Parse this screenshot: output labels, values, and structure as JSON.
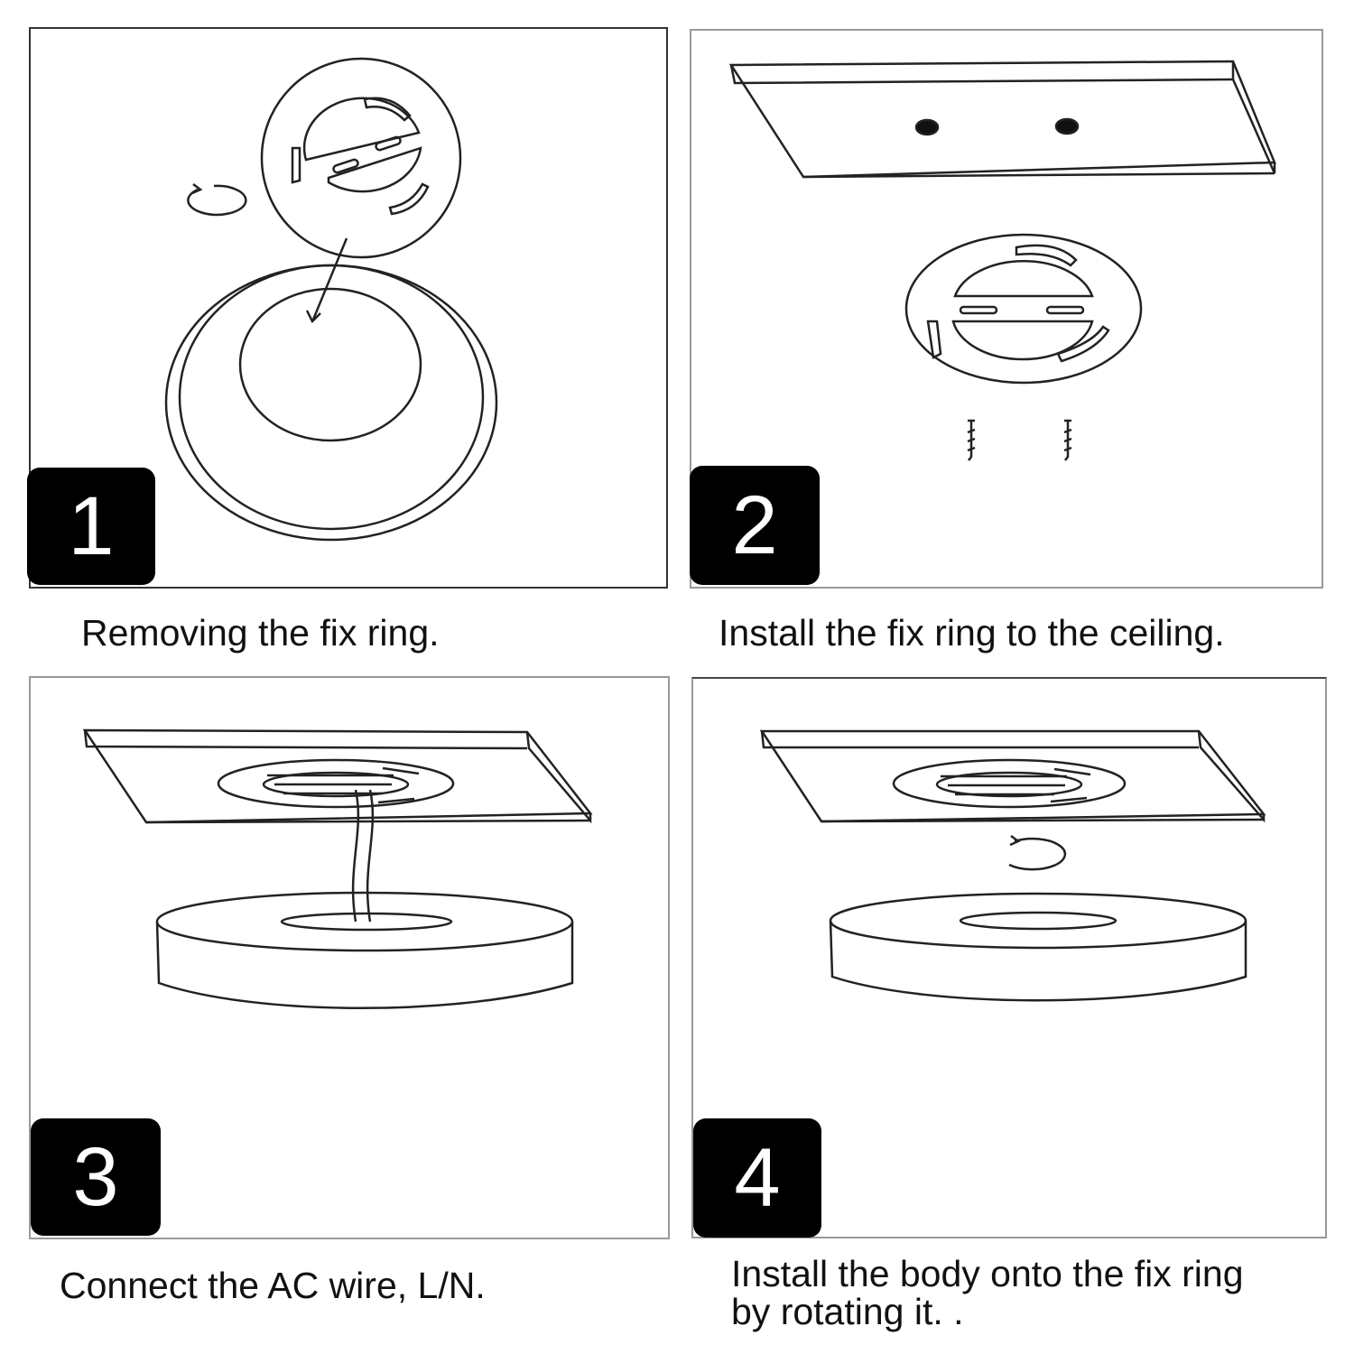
{
  "steps": [
    {
      "number": "1",
      "caption": "Removing the fix ring."
    },
    {
      "number": "2",
      "caption": "Install the fix ring to the ceiling."
    },
    {
      "number": "3",
      "caption": "Connect the AC wire, L/N."
    },
    {
      "number": "4",
      "caption_line1": "Install the body onto the fix ring",
      "caption_line2": "by rotating it. ."
    }
  ],
  "colors": {
    "badge_background": "#000000",
    "badge_text": "#ffffff",
    "line": "#222222"
  }
}
